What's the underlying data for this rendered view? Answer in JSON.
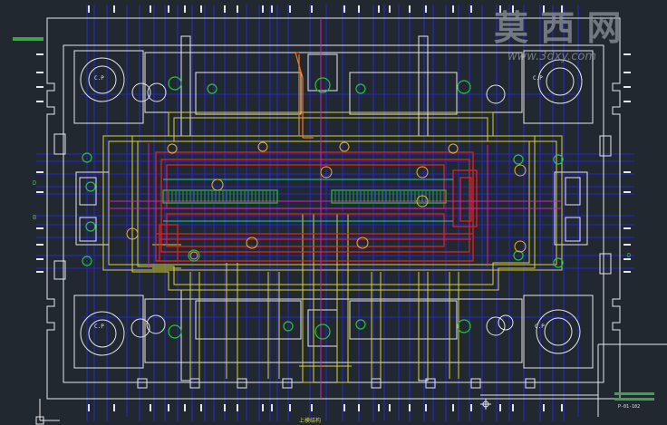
{
  "watermark": {
    "brand": "莫 西 网",
    "url": "www.3dxy.com",
    "color": "#8e939b"
  },
  "colors": {
    "background": "#212830",
    "outline": "#e6e8ea",
    "blue": "#2626d8",
    "yellow": "#d9d431",
    "red": "#e02323",
    "magenta": "#d21ad2",
    "green": "#27c43a",
    "orange": "#f07a21",
    "cyan": "#21c7c7",
    "legend_green": "#3ea34b"
  },
  "labels": {
    "guide_pillar_tl": "C.P",
    "guide_pillar_tr": "C.P",
    "guide_pillar_bl": "C.P",
    "guide_pillar_br": "C.P",
    "dim_left_top": "D",
    "dim_left_bottom": "B",
    "dim_right": "D",
    "footer_note": "上模结构",
    "title_block": "P-01-102"
  },
  "icons": {
    "ucs_icon": "ucs-axis-icon",
    "crosshair": "crosshair-icon"
  }
}
